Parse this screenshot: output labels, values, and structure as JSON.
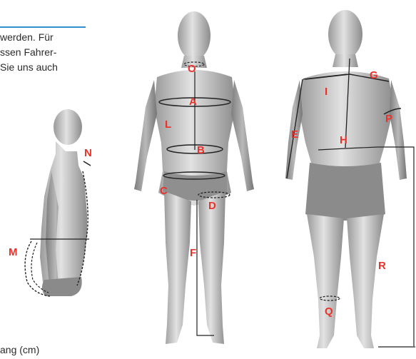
{
  "intro_lines": [
    "werden. Für",
    "ssen Fahrer-",
    "Sie uns auch"
  ],
  "footer_text": "ang (cm)",
  "accent_color": "#e8322b",
  "rule_color": "#2f8fd0",
  "labels": {
    "side": [
      "N",
      "M"
    ],
    "front": [
      "O",
      "A",
      "L",
      "B",
      "C",
      "D",
      "F"
    ],
    "back": [
      "G",
      "I",
      "E",
      "P",
      "H",
      "R",
      "Q"
    ]
  }
}
